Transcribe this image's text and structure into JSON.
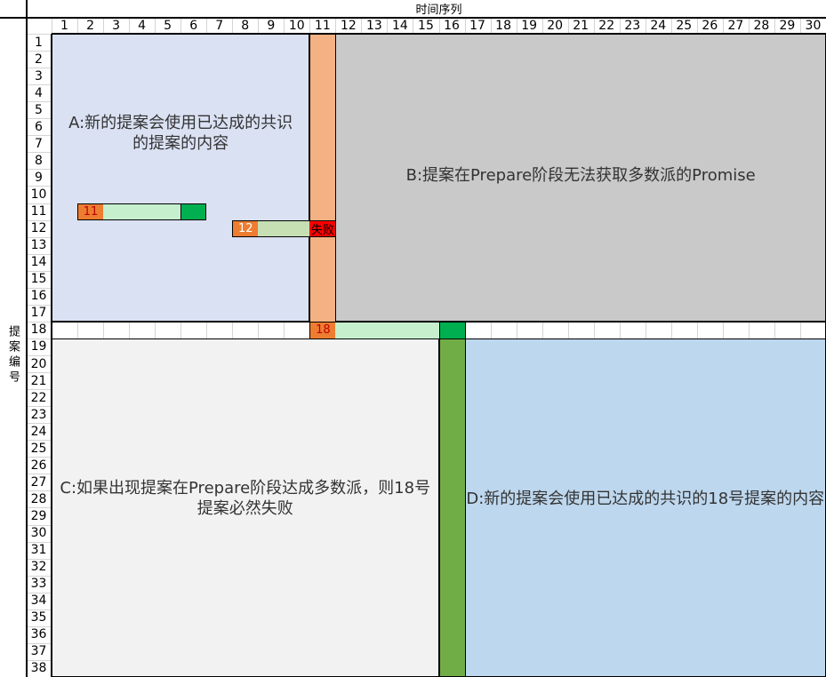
{
  "axis": {
    "time_label": "时间序列",
    "proposal_label": "提案编号"
  },
  "columns": [
    "1",
    "2",
    "3",
    "4",
    "5",
    "6",
    "7",
    "8",
    "9",
    "10",
    "11",
    "12",
    "13",
    "14",
    "15",
    "16",
    "17",
    "18",
    "19",
    "20",
    "21",
    "22",
    "23",
    "24",
    "25",
    "26",
    "27",
    "28",
    "29",
    "30"
  ],
  "rows": [
    "1",
    "2",
    "3",
    "4",
    "5",
    "6",
    "7",
    "8",
    "9",
    "10",
    "11",
    "12",
    "13",
    "14",
    "15",
    "16",
    "17",
    "18",
    "19",
    "20",
    "21",
    "22",
    "23",
    "24",
    "25",
    "26",
    "27",
    "28",
    "29",
    "30",
    "31",
    "32",
    "33",
    "34",
    "35",
    "36",
    "37",
    "38"
  ],
  "regions": {
    "a": {
      "text": "A:新的提案会使用已达成的共识的提案的内容",
      "color": "#dae1f3"
    },
    "b": {
      "text": "B:提案在Prepare阶段无法获取多数派的Promise",
      "color": "#c9c9c9"
    },
    "c": {
      "text": "C:如果出现提案在Prepare阶段达成多数派，则18号提案必然失败",
      "color": "#f2f2f2"
    },
    "d": {
      "text": "D:新的提案会使用已达成的共识的18号提案的内容",
      "color": "#bdd7ee"
    }
  },
  "proposals": {
    "p11": {
      "label": "11",
      "fail_label": ""
    },
    "p12": {
      "label": "12",
      "fail_label": "失败"
    },
    "p18": {
      "label": "18"
    }
  },
  "colors": {
    "orange": "#ed7d31",
    "light_orange": "#f4b183",
    "light_green": "#c6efce",
    "pale_green": "#c6e0b4",
    "green": "#00b050",
    "dark_green": "#70ad47",
    "red": "#ff0000"
  }
}
